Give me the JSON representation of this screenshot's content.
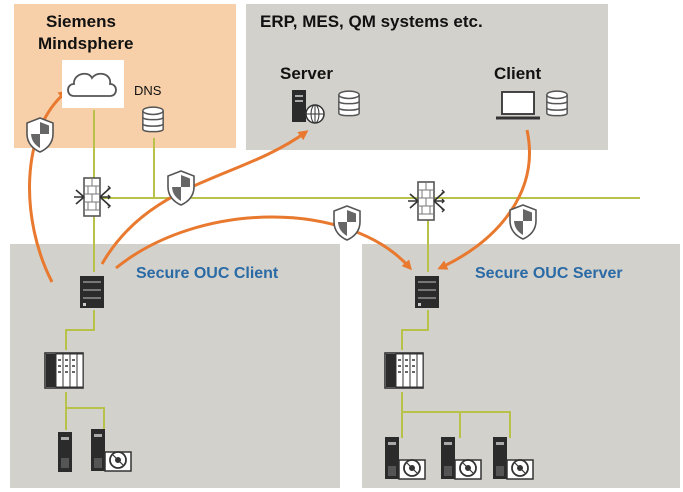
{
  "colors": {
    "panel": "#d3d1cc",
    "mindsphere_bg": "#f7cfa8",
    "wire": "#b8c24a",
    "arrow": "#e8792e",
    "accent_text": "#2a6aa5"
  },
  "mindsphere": {
    "title_line1": "Siemens",
    "title_line2": "Mindsphere",
    "dns_label": "DNS",
    "cloud_icon": "cloud-icon",
    "dns_icon": "database-icon"
  },
  "erp": {
    "title": "ERP, MES, QM systems etc.",
    "server_label": "Server",
    "client_label": "Client",
    "server_icon": "server-globe-icon",
    "client_icon": "laptop-icon"
  },
  "client_zone": {
    "label": "Secure OUC Client"
  },
  "server_zone": {
    "label": "Secure OUC Server"
  },
  "icons": {
    "firewall": "firewall-icon",
    "shield": "security-shield-icon",
    "router": "router-icon",
    "plc": "plc-rack-icon",
    "drive": "drive-motor-icon"
  }
}
